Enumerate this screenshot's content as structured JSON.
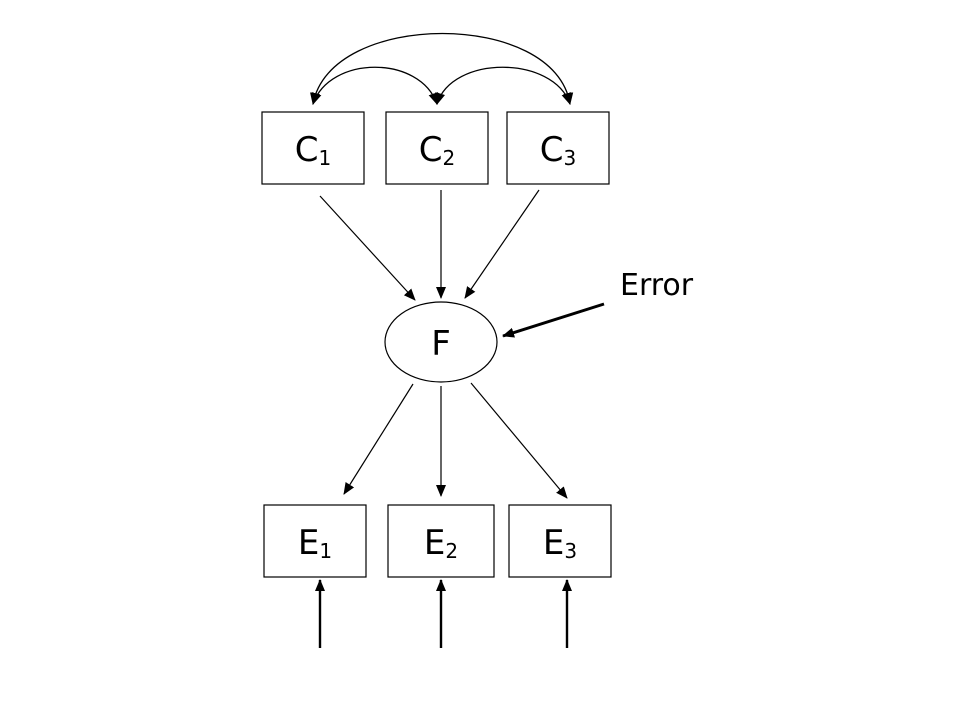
{
  "diagram": {
    "causes": [
      {
        "letter": "C",
        "index": "1"
      },
      {
        "letter": "C",
        "index": "2"
      },
      {
        "letter": "C",
        "index": "3"
      }
    ],
    "factor": {
      "label": "F"
    },
    "error": {
      "label": "Error"
    },
    "effects": [
      {
        "letter": "E",
        "index": "1"
      },
      {
        "letter": "E",
        "index": "2"
      },
      {
        "letter": "E",
        "index": "3"
      }
    ],
    "line_color": "#000000",
    "background_color": "#ffffff"
  }
}
